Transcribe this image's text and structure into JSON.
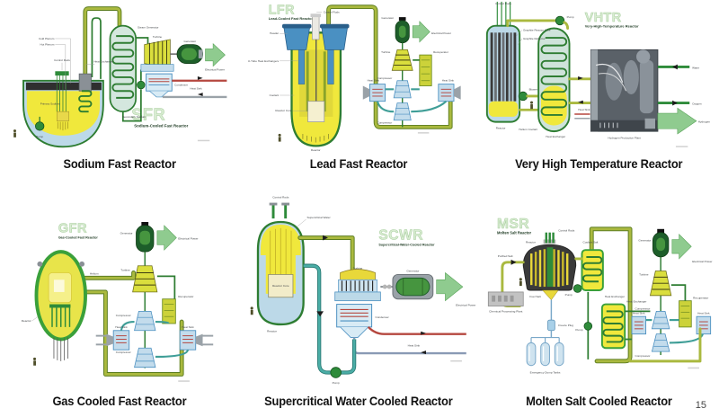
{
  "page": {
    "number": "15"
  },
  "colors": {
    "pipe_olive": "#aab93f",
    "pipe_dark_green": "#2e7d32",
    "vessel_yellow": "#f0e83c",
    "coolant_blue": "#bcd9e8",
    "generator_green": "#1d5e2a",
    "power_arrow_green": "#8fcb8f",
    "heat_sink_red": "#b5473f",
    "watermark_green": "#d9ecd2",
    "caption_text": "#121212"
  },
  "reactors": [
    {
      "id": "sfr",
      "acronym": "SFR",
      "watermark_subtitle": "Sodium-Cooled Fast Reactor",
      "caption": "Sodium Fast Reactor",
      "labels": {
        "cold_plenum": "Cold Plenum",
        "hot_plenum": "Hot Plenum",
        "control_rods": "Control Rods",
        "heat_exchanger": "Heat Exchanger",
        "steam_generator": "Steam Generator",
        "primary_sodium": "Primary Sodium",
        "pump": "Pump",
        "secondary_sodium": "Secondary Sodium",
        "turbine": "Turbine",
        "generator": "Generator",
        "electrical_power": "Electrical Power",
        "condenser": "Condenser",
        "heat_sink": "Heat Sink"
      }
    },
    {
      "id": "lfr",
      "acronym": "LFR",
      "watermark_subtitle": "Lead-Cooled Fast Reactor",
      "caption": "Lead Fast Reactor",
      "labels": {
        "control_rods": "Control Rods",
        "header": "Header",
        "heat_exchanger": "U-Tube Heat Exchangers",
        "coolant": "Coolant",
        "reactor_core": "Reactor Core",
        "reactor": "Reactor",
        "generator": "Generator",
        "electrical_power": "Electrical Power",
        "turbine": "Turbine",
        "recuperator": "Recuperator",
        "compressor": "Compressor",
        "heat_sink": "Heat Sink"
      }
    },
    {
      "id": "vhtr",
      "acronym": "VHTR",
      "watermark_subtitle": "Very-High-Temperature Reactor",
      "caption": "Very High Temperature Reactor",
      "labels": {
        "control_rods": "Control Rods",
        "graphite_reactor_core": "Graphite Reactor Core",
        "graphite_reflector": "Graphite Reflector",
        "blower": "Blower",
        "pump": "Pump",
        "reactor": "Reactor",
        "helium_coolant": "Helium Coolant",
        "heat_exchanger": "Heat Exchanger",
        "heat_sink": "Heat Sink",
        "water": "Water",
        "oxygen": "Oxygen",
        "hydrogen": "Hydrogen",
        "hydrogen_plant": "Hydrogen Production Plant"
      }
    },
    {
      "id": "gfr",
      "acronym": "GFR",
      "watermark_subtitle": "Gas-Cooled Fast Reactor",
      "caption": "Gas Cooled Fast Reactor",
      "labels": {
        "generator": "Generator",
        "electrical_power": "Electrical Power",
        "turbine": "Turbine",
        "compressor": "Compressor",
        "recuperator": "Recuperator",
        "heat_sink": "Heat Sink",
        "helium": "Helium",
        "reactor": "Reactor"
      }
    },
    {
      "id": "scwr",
      "acronym": "SCWR",
      "watermark_subtitle": "Supercritical-Water-Cooled Reactor",
      "caption": "Supercritical Water Cooled Reactor",
      "labels": {
        "control_rods": "Control Rods",
        "supercritical_water": "Supercritical Water",
        "reactor_core": "Reactor Core",
        "reactor": "Reactor",
        "turbine": "Turbine",
        "generator": "Generator",
        "electrical_power": "Electrical Power",
        "condenser": "Condenser",
        "heat_sink": "Heat Sink",
        "pump": "Pump"
      }
    },
    {
      "id": "msr",
      "acronym": "MSR",
      "watermark_subtitle": "Molten Salt Reactor",
      "caption": "Molten Salt Cooled Reactor",
      "labels": {
        "control_rods": "Control Rods",
        "reactor": "Reactor",
        "coolant_salt": "Coolant Salt",
        "purified_salt": "Purified Salt",
        "fuel_salt": "Fuel Salt",
        "pump": "Pump",
        "chemical_plant": "Chemical Processing Plant",
        "freeze_plug": "Freeze Plug",
        "emergency_tanks": "Emergency Dump Tanks",
        "heat_exchanger": "Heat Exchanger",
        "generator": "Generator",
        "electrical_power": "Electrical Power",
        "turbine": "Turbine",
        "compressor": "Compressor",
        "recuperator": "Recuperator",
        "heat_sink": "Heat Sink"
      }
    }
  ]
}
